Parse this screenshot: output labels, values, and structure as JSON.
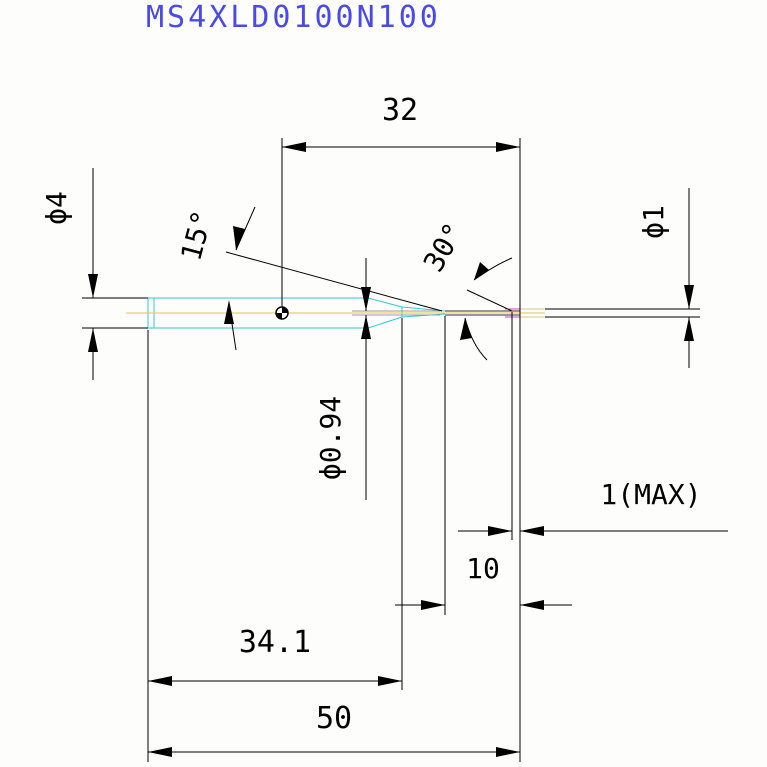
{
  "title": "MS4XLD0100N100",
  "dimensions": {
    "tip_length": "32",
    "shank_diameter": "ϕ4",
    "tip_diameter": "ϕ1",
    "body_angle": "15°",
    "tip_angle": "30°",
    "neck_diameter": "ϕ0.94",
    "tip_offset": "1(MAX)",
    "flute_length": "10",
    "shank_length": "34.1",
    "overall_length": "50"
  },
  "colors": {
    "background": "#fdfdfb",
    "line": "#000000",
    "title": "#4a4ae6",
    "body_outline": "#33cccc",
    "center_line": "#e6c84a"
  }
}
